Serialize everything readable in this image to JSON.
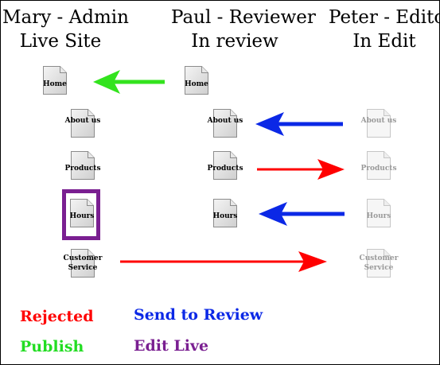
{
  "columns": [
    {
      "name": "Mary - Admin",
      "state": "Live Site"
    },
    {
      "name": "Paul - Reviewer",
      "state": "In review"
    },
    {
      "name": "Peter - Editor",
      "state": "In Edit"
    }
  ],
  "pages": {
    "home": "Home",
    "about": "About us",
    "products": "Products",
    "hours": "Hours",
    "customer_service": "Customer Service"
  },
  "legend": {
    "rejected": {
      "label": "Rejected",
      "color": "#ff0000"
    },
    "publish": {
      "label": "Publish",
      "color": "#22dd22"
    },
    "send_to_review": {
      "label": "Send to Review",
      "color": "#0b28e6"
    },
    "edit_live": {
      "label": "Edit Live",
      "color": "#7a1f91"
    }
  },
  "colors": {
    "publish_arrow": "#33e31e",
    "review_arrow": "#0b28e6",
    "reject_arrow": "#ff0000",
    "edit_live_box": "#7a1f91"
  }
}
